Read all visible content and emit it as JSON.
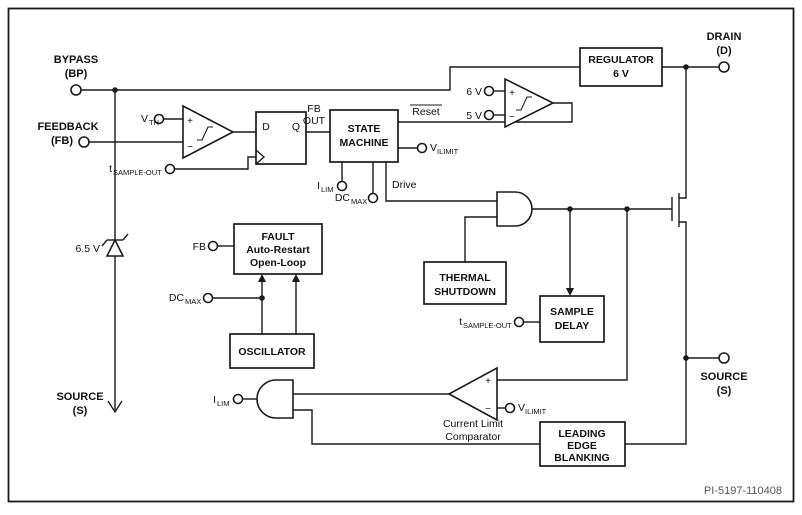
{
  "meta": {
    "figure_id": "PI-5197-110408"
  },
  "colors": {
    "ink": "#1a1a1a",
    "background": "#ffffff",
    "figure_id_color": "#555555"
  },
  "pins": {
    "bypass": {
      "line1": "BYPASS",
      "line2": "(BP)"
    },
    "feedback": {
      "line1": "FEEDBACK",
      "line2": "(FB)"
    },
    "drain": {
      "line1": "DRAIN",
      "line2": "(D)"
    },
    "source_right": {
      "line1": "SOURCE",
      "line2": "(S)"
    },
    "source_left": {
      "line1": "SOURCE",
      "line2": "(S)"
    }
  },
  "blocks": {
    "regulator": {
      "line1": "REGULATOR",
      "line2": "6 V"
    },
    "state_machine": {
      "line1": "STATE",
      "line2": "MACHINE"
    },
    "fault": {
      "line1": "FAULT",
      "line2": "Auto-Restart",
      "line3": "Open-Loop"
    },
    "oscillator": {
      "label": "OSCILLATOR"
    },
    "thermal": {
      "line1": "THERMAL",
      "line2": "SHUTDOWN"
    },
    "sample_delay": {
      "line1": "SAMPLE",
      "line2": "DELAY"
    },
    "leb": {
      "line1": "LEADING",
      "line2": "EDGE",
      "line3": "BLANKING"
    }
  },
  "flipflop": {
    "d": "D",
    "q": "Q"
  },
  "signals": {
    "vth": {
      "base": "V",
      "sub": "TH"
    },
    "tsample_left": {
      "base": "t",
      "sub": "SAMPLE-OUT"
    },
    "tsample_delay": {
      "base": "t",
      "sub": "SAMPLE-OUT"
    },
    "fb_out": {
      "line1": "FB",
      "line2": "OUT"
    },
    "reset": "Reset",
    "drive": "Drive",
    "ref_6v": "6 V",
    "ref_5v": "5 V",
    "zener": "6.5 V",
    "vilimit_sm": {
      "base": "V",
      "sub": "ILIMIT"
    },
    "vilimit_cmp": {
      "base": "V",
      "sub": "ILIMIT"
    },
    "ilim_sm": {
      "base": "I",
      "sub": "LIM"
    },
    "ilim_gate": {
      "base": "I",
      "sub": "LIM"
    },
    "dcmax_sm": {
      "base": "DC",
      "sub": "MAX"
    },
    "dcmax_fault": {
      "base": "DC",
      "sub": "MAX"
    },
    "fb_fault": "FB",
    "cmp_label": {
      "line1": "Current Limit",
      "line2": "Comparator"
    },
    "plus": "+",
    "minus": "−"
  }
}
